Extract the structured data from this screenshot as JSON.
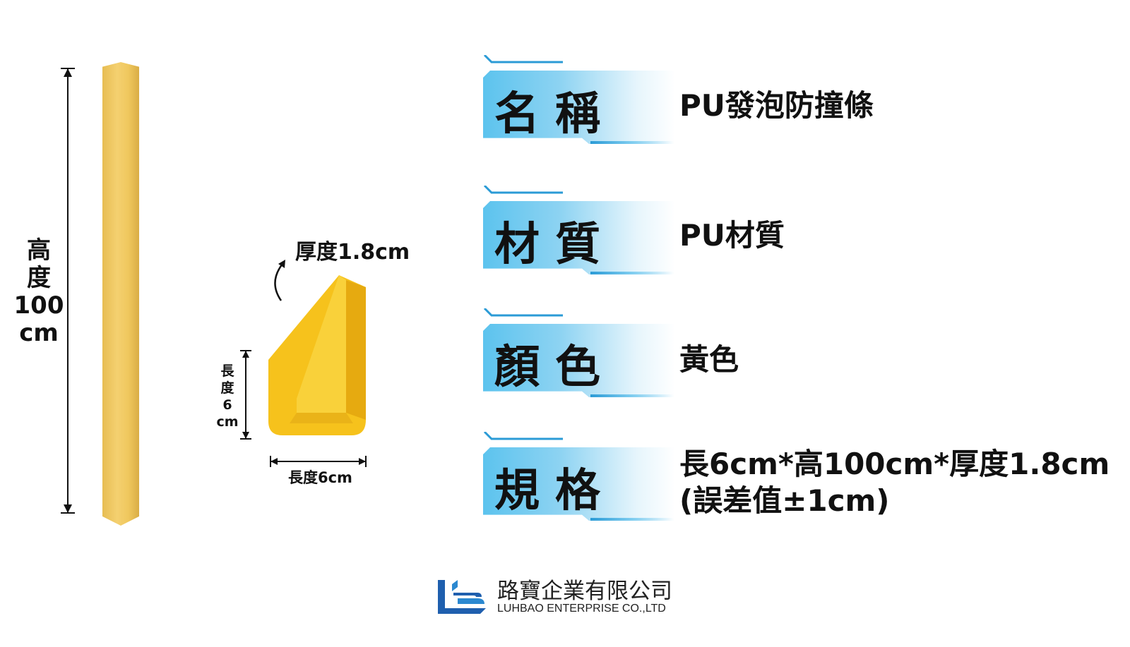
{
  "left": {
    "height_label": [
      "高",
      "度",
      "100",
      "cm"
    ]
  },
  "corner": {
    "thickness": "厚度1.8cm",
    "side_length": [
      "長",
      "度",
      "6",
      "cm"
    ],
    "bottom_length": "長度6cm"
  },
  "specs": [
    {
      "label": "名稱",
      "value": [
        "PU發泡防撞條"
      ]
    },
    {
      "label": "材質",
      "value": [
        "PU材質"
      ]
    },
    {
      "label": "顏色",
      "value": [
        "黃色"
      ]
    },
    {
      "label": "規格",
      "value": [
        "長6cm*高100cm*厚度1.8cm",
        "(誤差值±1cm)"
      ]
    }
  ],
  "company": {
    "name_zh": "路寶企業有限公司",
    "name_en": "LUHBAO ENTERPRISE CO.,LTD"
  },
  "colors": {
    "accent": "#5cc3ee",
    "product": "#f2c94c",
    "logo": "#1f5fae"
  }
}
